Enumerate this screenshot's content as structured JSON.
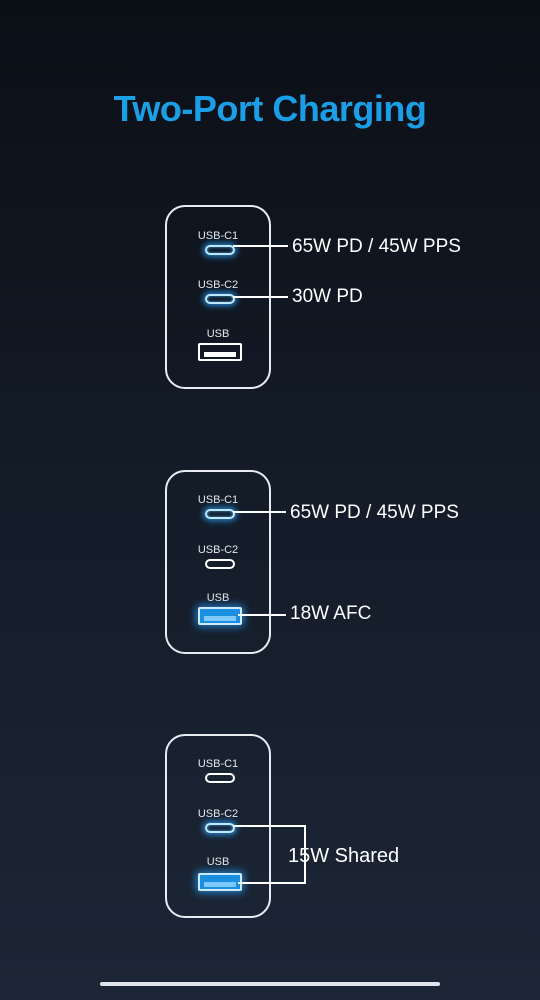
{
  "title": "Two-Port Charging",
  "port_labels": {
    "c1": "USB-C1",
    "c2": "USB-C2",
    "a": "USB"
  },
  "configs": [
    {
      "c1_output": "65W PD / 45W PPS",
      "c2_output": "30W PD"
    },
    {
      "c1_output": "65W PD / 45W PPS",
      "a_output": "18W AFC"
    },
    {
      "shared_output": "15W Shared"
    }
  ],
  "colors": {
    "accent": "#1a9fe6",
    "port_glow": "#28a0ff",
    "background_top": "#0b0f16",
    "background_bottom": "#1c2636"
  }
}
